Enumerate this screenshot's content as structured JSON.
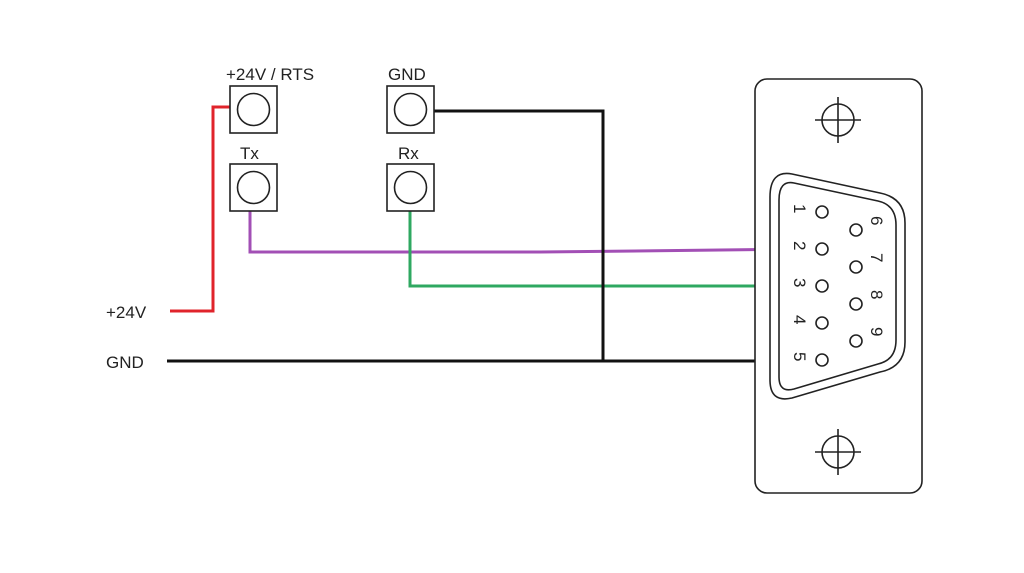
{
  "terminals": {
    "rts_label": "+24V / RTS",
    "gnd_label": "GND",
    "tx_label": "Tx",
    "rx_label": "Rx"
  },
  "supply": {
    "v24_label": "+24V",
    "gnd_label": "GND"
  },
  "connector": {
    "pins_row1": [
      "1",
      "2",
      "3",
      "4",
      "5"
    ],
    "pins_row2": [
      "6",
      "7",
      "8",
      "9"
    ]
  },
  "colors": {
    "red_wire": "#e0242b",
    "purple_wire": "#a24fb5",
    "green_wire": "#2fa861",
    "black_wire": "#111111"
  }
}
